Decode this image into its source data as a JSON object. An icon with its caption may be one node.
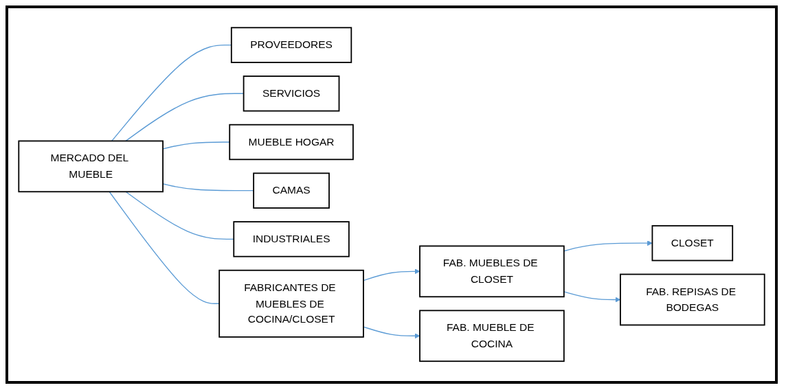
{
  "diagram": {
    "nodes": [
      {
        "text": [
          "MERCADO DEL MUEBLE"
        ]
      },
      {
        "text": [
          "PROVEEDORES"
        ]
      },
      {
        "text": [
          "SERVICIOS"
        ]
      },
      {
        "text": [
          "MUEBLE HOGAR"
        ]
      },
      {
        "text": [
          "CAMAS"
        ]
      },
      {
        "text": [
          "INDUSTRIALES"
        ]
      },
      {
        "text": [
          "FABRICANTES DE MUEBLES DE COCINA/CLOSET"
        ]
      },
      {
        "text": [
          "FAB. MUEBLES DE CLOSET"
        ]
      },
      {
        "text": [
          "FAB. MUEBLE DE COCINA"
        ]
      },
      {
        "text": [
          "CLOSET"
        ]
      },
      {
        "text": [
          "FAB. REPISAS DE BODEGAS"
        ]
      }
    ],
    "edges": [
      {
        "from": 0,
        "to": 1,
        "arrow": "none"
      },
      {
        "from": 0,
        "to": 2,
        "arrow": "none"
      },
      {
        "from": 0,
        "to": 3,
        "arrow": "none"
      },
      {
        "from": 0,
        "to": 4,
        "arrow": "none"
      },
      {
        "from": 0,
        "to": 5,
        "arrow": "none"
      },
      {
        "from": 0,
        "to": 6,
        "arrow": "none"
      },
      {
        "from": 6,
        "to": 7,
        "arrow": "to"
      },
      {
        "from": 6,
        "to": 8,
        "arrow": "to"
      },
      {
        "from": 7,
        "to": 9,
        "arrow": "to"
      },
      {
        "from": 7,
        "to": 10,
        "arrow": "to"
      }
    ]
  }
}
